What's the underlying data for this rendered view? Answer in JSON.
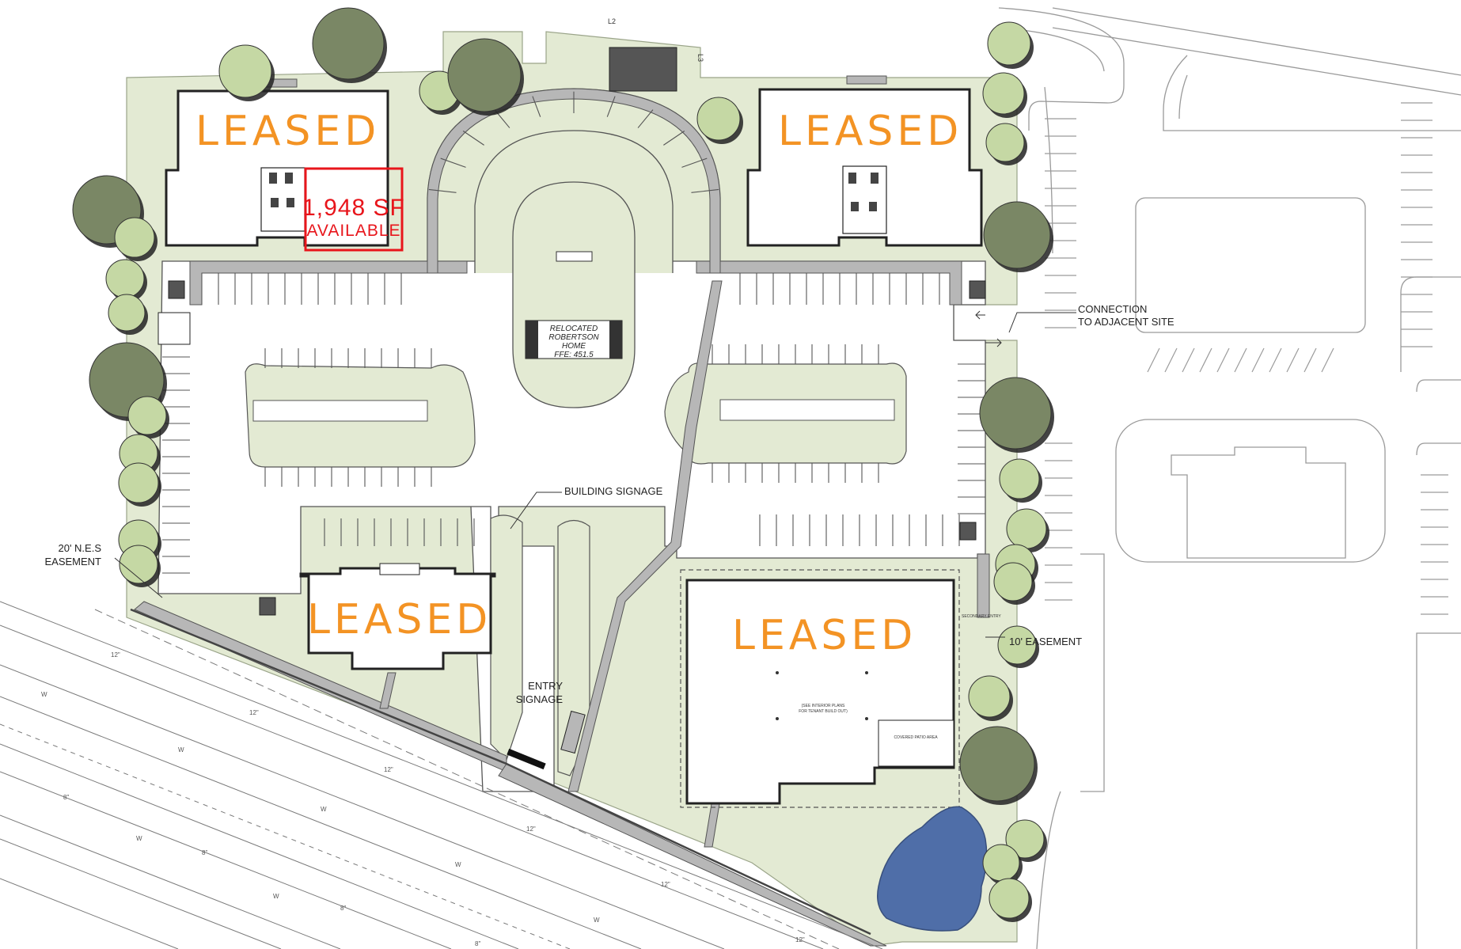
{
  "buildings": {
    "northwest": {
      "label": "LEASED"
    },
    "northeast": {
      "label": "LEASED"
    },
    "southwest": {
      "label": "LEASED"
    },
    "southeast": {
      "label": "LEASED"
    }
  },
  "available_suite": {
    "area": "1,948  SF",
    "status": "AVAILABLE"
  },
  "relocated_home": {
    "line1": "RELOCATED",
    "line2": "ROBERTSON",
    "line3": "HOME",
    "line4": "FFE: 451.5"
  },
  "callouts": {
    "connection_line1": "CONNECTION",
    "connection_line2": "TO ADJACENT SITE",
    "building_signage": "BUILDING SIGNAGE",
    "nes_easement_line1": "20' N.E.S",
    "nes_easement_line2": "EASEMENT",
    "easement_10": "10' EASEMENT",
    "entry_signage_line1": "ENTRY",
    "entry_signage_line2": "SIGNAGE"
  },
  "small_labels": {
    "see_interior_line1": "(SEE INTERIOR PLANS",
    "see_interior_line2": "FOR TENANT BUILD OUT)",
    "covered_patio": "COVERED PATIO AREA",
    "secondary_entry": "SECONDARY ENTRY",
    "line_l2": "L2",
    "line_l3": "L3"
  },
  "road_labels": {
    "pipe_12": "12\"",
    "pipe_8": "8\"",
    "water": "W"
  },
  "colors": {
    "landscape": "#e3ead3",
    "tree_dark": "#7a8765",
    "tree_light": "#c5d8a4",
    "leased_text": "#f39324",
    "available_outline": "#e8151b",
    "pond": "#4f6ea8",
    "sidewalk": "#b7b7b7"
  }
}
